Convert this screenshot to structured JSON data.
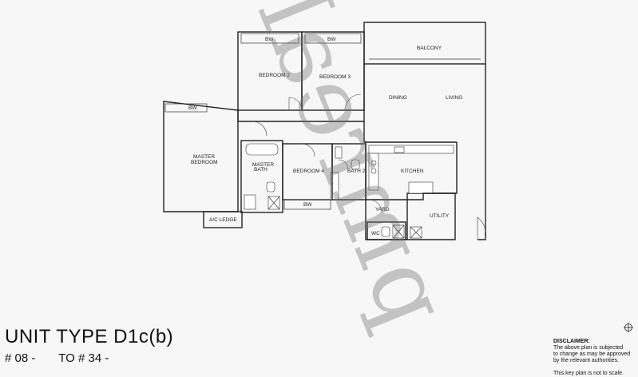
{
  "plan": {
    "rooms": {
      "bw1": "BW",
      "bw2": "BW",
      "bw3": "BW",
      "bw4": "BW",
      "balcony": "BALCONY",
      "bedroom2": "BEDROOM 2",
      "bedroom3": "BEDROOM 3",
      "dining": "DINING",
      "living": "LIVING",
      "master_bedroom_1": "MASTER",
      "master_bedroom_2": "BEDROOM",
      "master_bath_1": "MASTER",
      "master_bath_2": "BATH",
      "bedroom4": "BEDROOM 4",
      "bath2": "BATH 2",
      "kitchen": "KITCHEN",
      "yard": "YARD",
      "utility": "UTILITY",
      "wc": "WC",
      "ac_ledge": "A/C LEDGE"
    }
  },
  "watermark": "pmreal",
  "title": {
    "unit_type": "UNIT TYPE D1c(b)",
    "floors": "# 08 -       TO # 34 -"
  },
  "disclaimer": {
    "title": "DISCLAIMER:",
    "line1": "The above plan is subjected",
    "line2": "to change as may be approved",
    "line3": "by the relevant authorities.",
    "footer": "This key plan is not to scale."
  }
}
